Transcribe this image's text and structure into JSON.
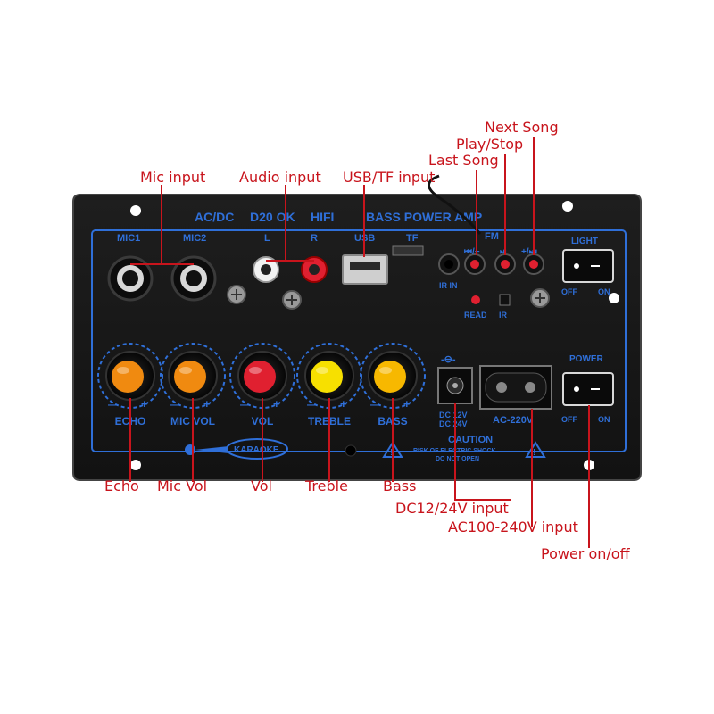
{
  "panel": {
    "header": {
      "acdc": "AC/DC",
      "d20ok": "D20 OK",
      "hifi": "HIFI",
      "bass_power_amp": "BASS  POWER  AMP"
    },
    "labels": {
      "mic1": "MIC1",
      "mic2": "MIC2",
      "l": "L",
      "r": "R",
      "usb": "USB",
      "tf": "TF",
      "ir_in": "IR IN",
      "fm": "FM",
      "read": "READ",
      "ir": "IR",
      "light": "LIGHT",
      "power": "POWER",
      "off": "OFF",
      "on": "ON",
      "dc_line1": "DC 12V",
      "dc_line2": "DC 24V",
      "ac": "AC-220V",
      "caution_title": "CAUTION",
      "caution_line1": "RISK OF ELECTRIC SHOCK",
      "caution_line2": "DO NOT OPEN",
      "karaoke": "KARAOKE",
      "minus": "—",
      "plus": "+",
      "prev_btn": "⏮/−",
      "play_btn": "⏯",
      "next_btn": "+/⏭",
      "dc_symbol": "-⊖-"
    },
    "knobs": [
      {
        "label": "ECHO",
        "color": "#f08a10"
      },
      {
        "label": "MIC VOL",
        "color": "#f08a10"
      },
      {
        "label": "VOL",
        "color": "#e02030"
      },
      {
        "label": "TREBLE",
        "color": "#f7e000"
      },
      {
        "label": "BASS",
        "color": "#f7b800"
      }
    ]
  },
  "callouts": {
    "mic_input": "Mic input",
    "audio_input": "Audio input",
    "usb_tf_input": "USB/TF input",
    "last_song": "Last Song",
    "play_stop": "Play/Stop",
    "next_song": "Next Song",
    "echo": "Echo",
    "mic_vol": "Mic Vol",
    "vol": "Vol",
    "treble": "Treble",
    "bass": "Bass",
    "dc_input": "DC12/24V input",
    "ac_input": "AC100-240V input",
    "power_onoff": "Power on/off"
  },
  "colors": {
    "panel": "#1a1a1a",
    "print_blue": "#2f6fd8",
    "callout_red": "#c8141c"
  }
}
